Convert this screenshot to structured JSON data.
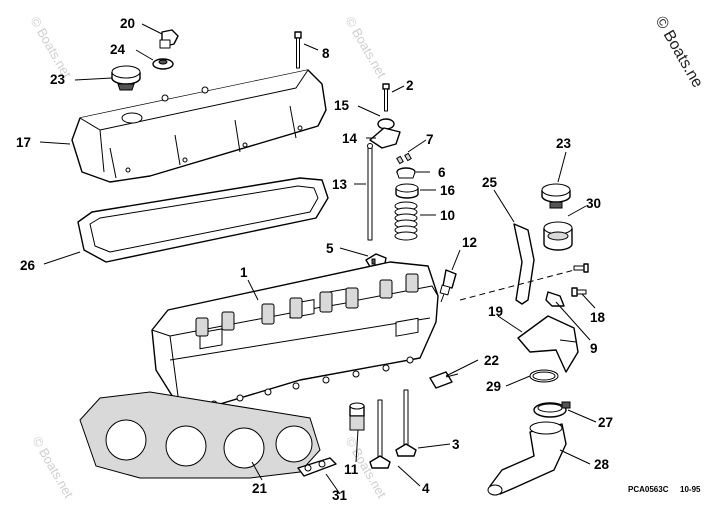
{
  "diagram": {
    "callouts": {
      "c1": "1",
      "c2": "2",
      "c3": "3",
      "c4": "4",
      "c5": "5",
      "c6": "6",
      "c7": "7",
      "c8": "8",
      "c9": "9",
      "c10": "10",
      "c11": "11",
      "c12": "12",
      "c13": "13",
      "c14": "14",
      "c15": "15",
      "c16": "16",
      "c17": "17",
      "c18": "18",
      "c19": "19",
      "c20": "20",
      "c21": "21",
      "c22": "22",
      "c23a": "23",
      "c23b": "23",
      "c24": "24",
      "c25": "25",
      "c26": "26",
      "c27": "27",
      "c28": "28",
      "c29": "29",
      "c30": "30",
      "c31": "31"
    },
    "drawing_code": "PCA0563C",
    "drawing_date": "10-95",
    "watermark": "© Boats.net",
    "corner_watermark": "© Boats.ne"
  }
}
